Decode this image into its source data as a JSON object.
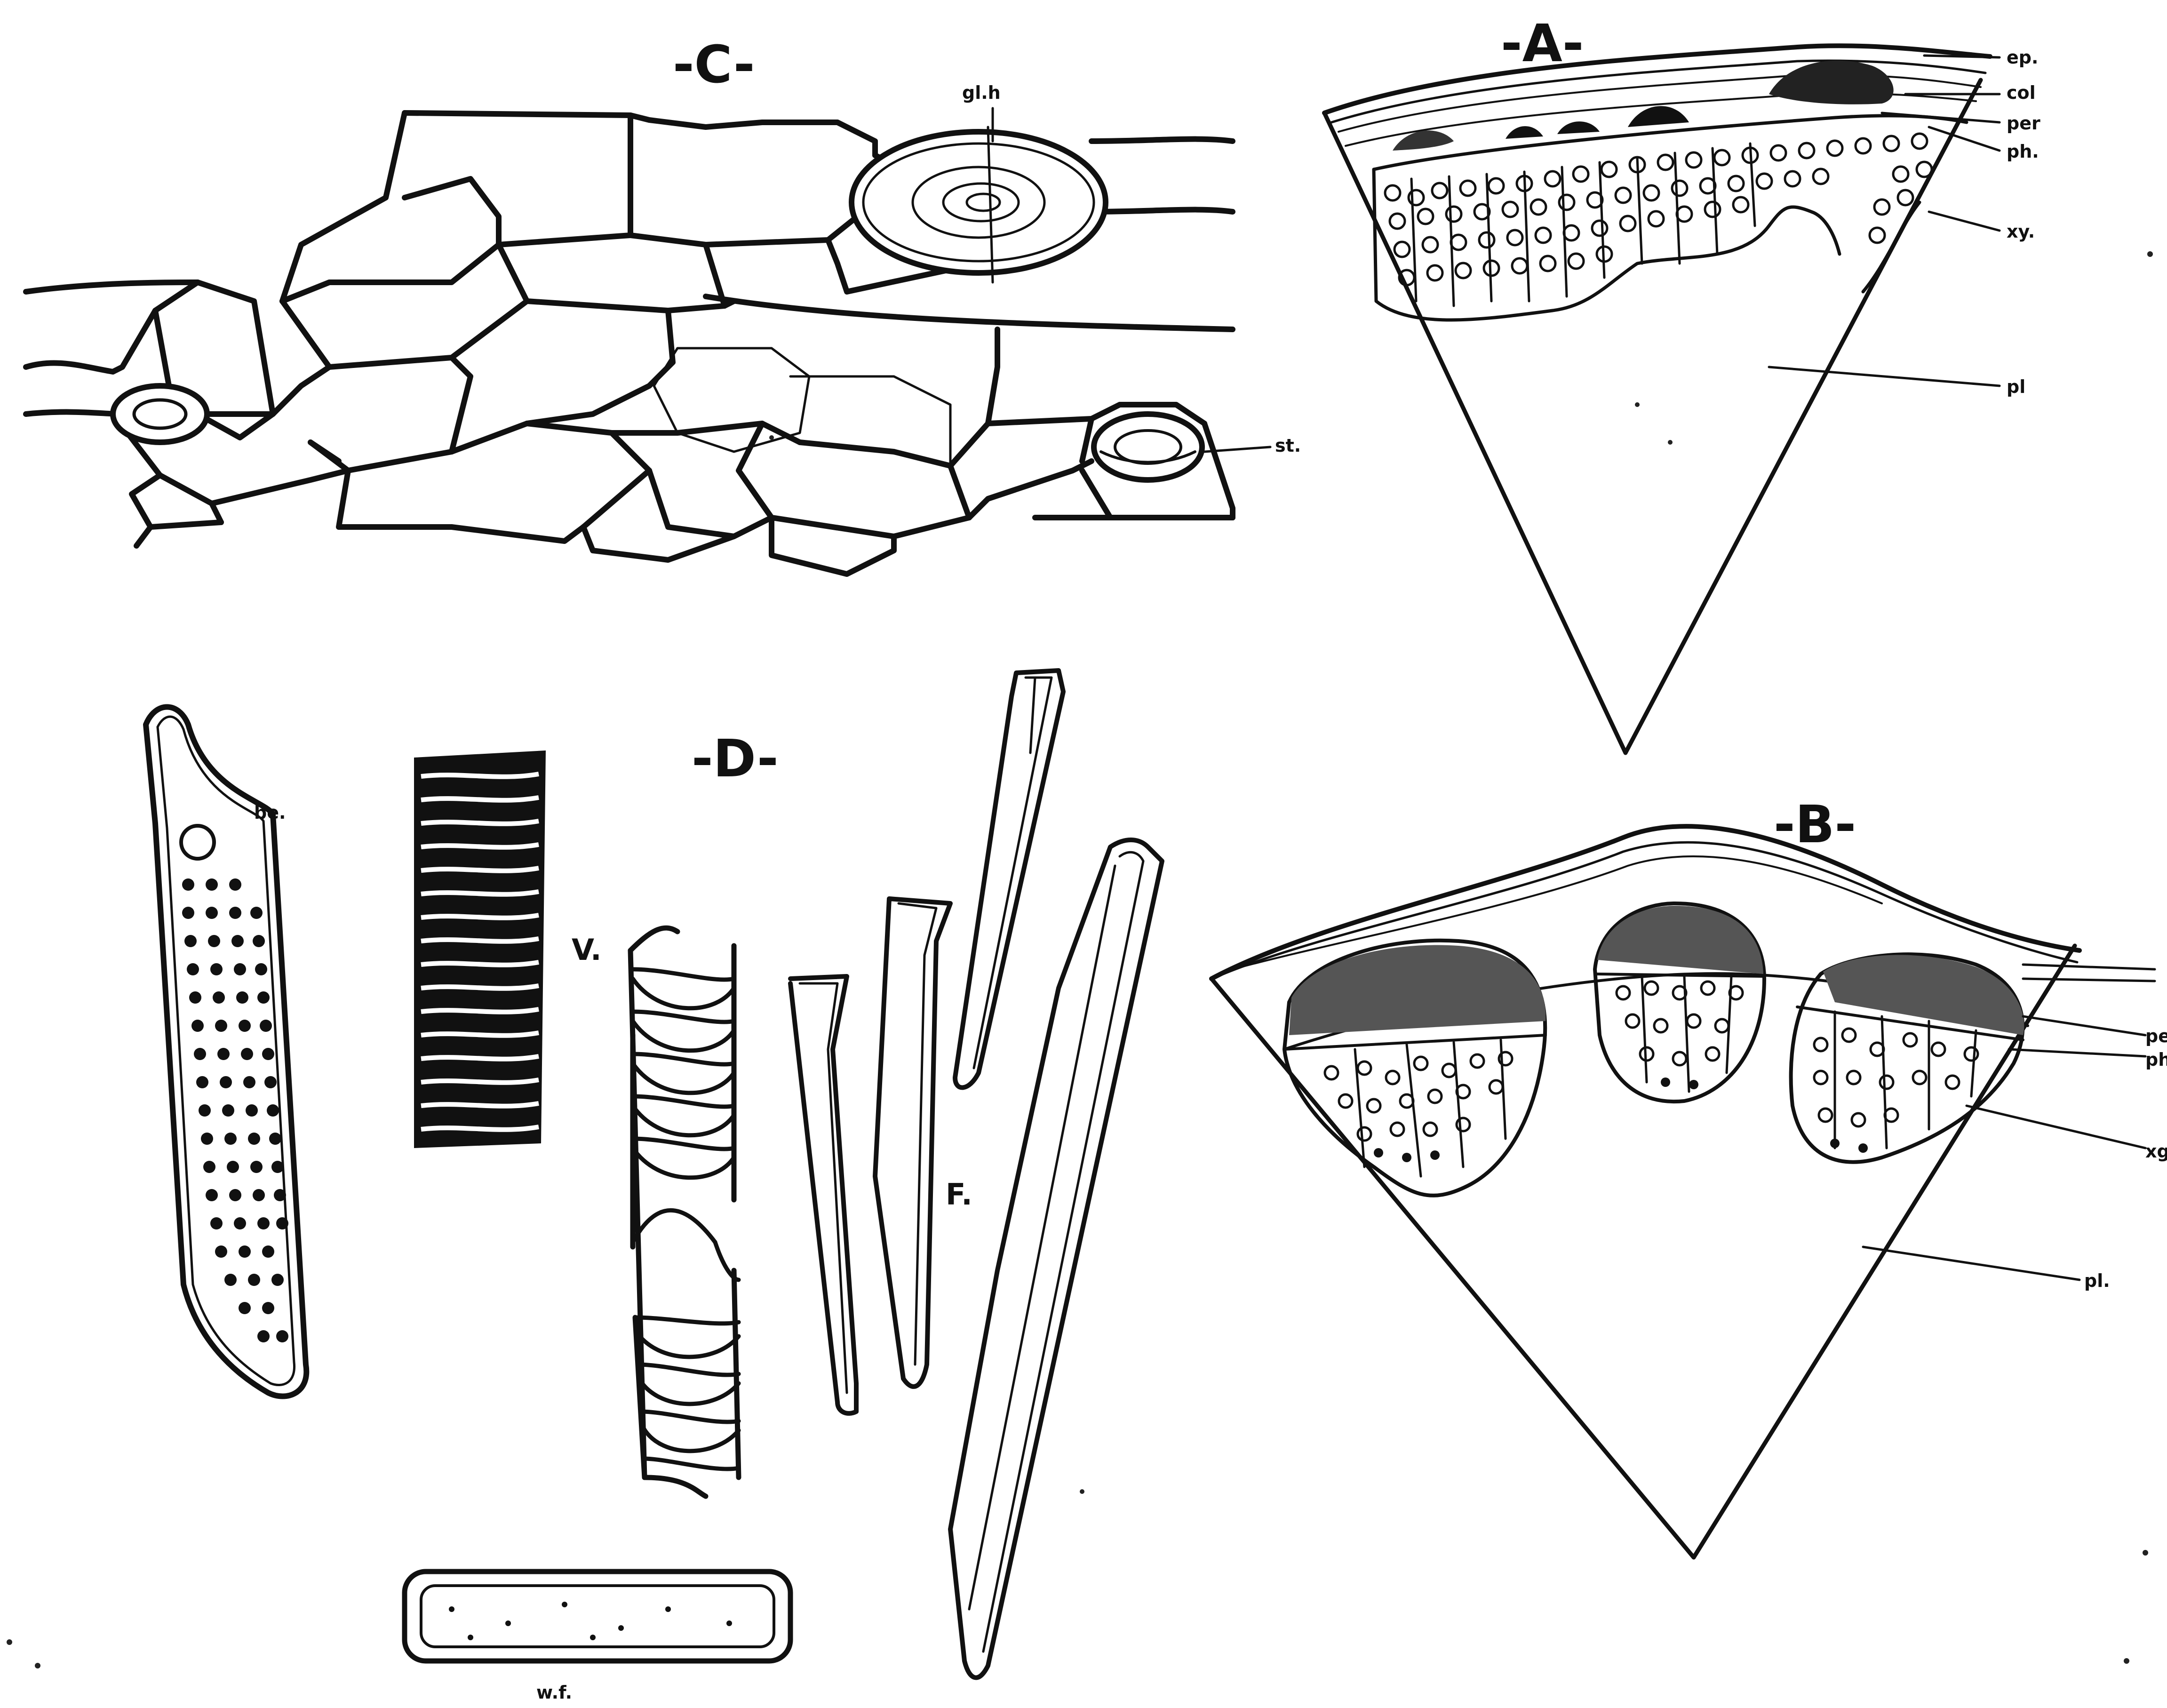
{
  "figure": {
    "panels": {
      "A": {
        "label": "-A-",
        "annotations": [
          "ep.",
          "col",
          "per",
          "ph.",
          "xy.",
          "pl"
        ]
      },
      "B": {
        "label": "-B-",
        "annotations": [
          "per",
          "ph.",
          "xg",
          "pl."
        ]
      },
      "C": {
        "label": "-C-",
        "annotations": [
          "gl.h",
          "st."
        ]
      },
      "D": {
        "label": "-D-",
        "annotations": [
          "be.",
          "V.",
          "F.",
          "w.f."
        ]
      }
    }
  }
}
